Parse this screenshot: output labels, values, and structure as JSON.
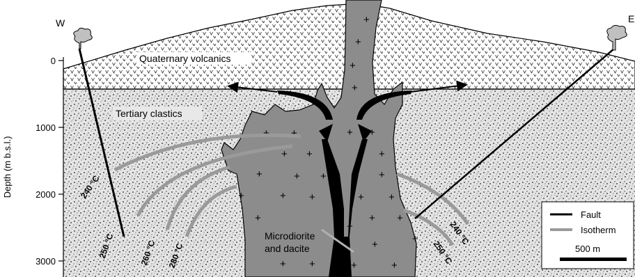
{
  "orientation": {
    "west": "W",
    "east": "E"
  },
  "axis": {
    "label": "Depth (m b.s.l.)",
    "ticks": [
      "0",
      "1000",
      "2000",
      "3000"
    ]
  },
  "units": {
    "quaternary": "Quaternary volcanics",
    "tertiary": "Tertiary clastics",
    "intrusion_line1": "Microdiorite",
    "intrusion_line2": "and dacite"
  },
  "isotherms_west": [
    "240 °C",
    "250 °C",
    "260 °C",
    "280 °C"
  ],
  "isotherms_east": [
    "240 °C",
    "250 °C"
  ],
  "legend": {
    "fault": "Fault",
    "isotherm": "Isotherm",
    "scale": "500 m"
  },
  "colors": {
    "intrusion": "#8c8c8c",
    "isotherm": "#9a9a9a",
    "fault": "#000000",
    "clastics_bg": "#e2e2e2"
  }
}
